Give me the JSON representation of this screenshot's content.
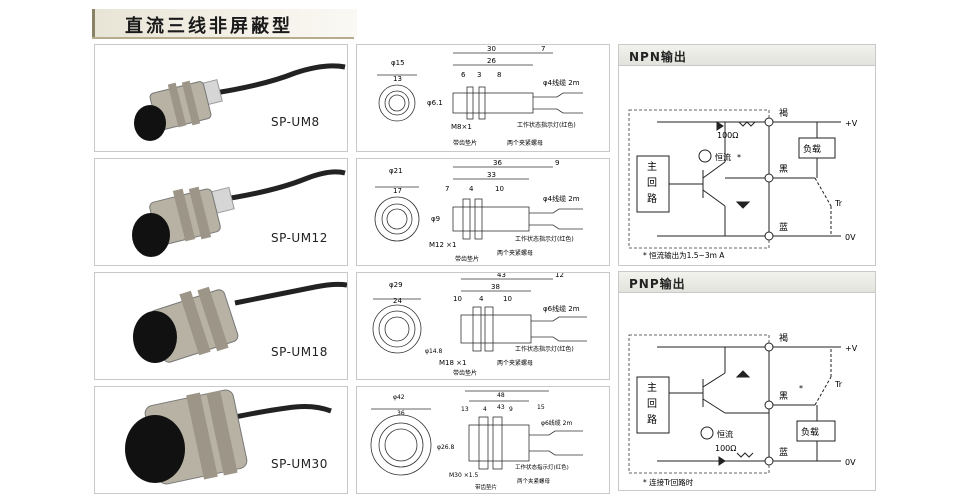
{
  "title": "直流三线非屏蔽型",
  "sensors": [
    {
      "model": "SP-UM8",
      "dims": {
        "a": "φ15",
        "b": "13",
        "c": "30",
        "d": "7",
        "e": "26",
        "f": "6",
        "g": "3",
        "h": "8",
        "dia": "φ6.1",
        "thread": "M8×1",
        "cable": "φ4线缆 2m"
      }
    },
    {
      "model": "SP-UM12",
      "dims": {
        "a": "φ21",
        "b": "17",
        "c": "36",
        "d": "9",
        "e": "33",
        "f": "7",
        "g": "4",
        "h": "10",
        "dia": "φ9",
        "thread": "M12 ×1",
        "cable": "φ4线缆 2m"
      }
    },
    {
      "model": "SP-UM18",
      "dims": {
        "a": "φ29",
        "b": "24",
        "c": "43",
        "d": "12",
        "e": "38",
        "f": "10",
        "g": "4",
        "h": "10",
        "dia": "φ14.8",
        "thread": "M18 ×1",
        "cable": "φ6线缆 2m"
      }
    },
    {
      "model": "SP-UM30",
      "dims": {
        "a": "φ42",
        "b": "36",
        "c": "48",
        "d": "15",
        "e": "43",
        "f": "13",
        "g": "4",
        "h": "9",
        "dia": "φ26.8",
        "thread": "M30 ×1.5",
        "cable": "φ6线缆 2m"
      }
    }
  ],
  "dim_labels": {
    "indicator": "工作状态指示灯(红色)",
    "washer": "带齿垫片",
    "nuts": "两个夹紧螺母"
  },
  "npn": {
    "heading": "NPN输出",
    "main_circuit": [
      "主",
      "回",
      "路"
    ],
    "resistor": "100Ω",
    "constant_current": "恒流",
    "brown": "褐",
    "black": "黑",
    "blue": "蓝",
    "load": "负载",
    "plus_v": "+V",
    "zero_v": "0V",
    "tr": "Tr",
    "star": "*",
    "note": "* 恒流输出为1.5~3m A"
  },
  "pnp": {
    "heading": "PNP输出",
    "main_circuit": [
      "主",
      "回",
      "路"
    ],
    "resistor": "100Ω",
    "constant_current": "恒流",
    "brown": "褐",
    "black": "黑",
    "blue": "蓝",
    "load": "负载",
    "plus_v": "+V",
    "zero_v": "0V",
    "tr": "Tr",
    "star": "*",
    "note": "* 连接Tr回路时"
  }
}
